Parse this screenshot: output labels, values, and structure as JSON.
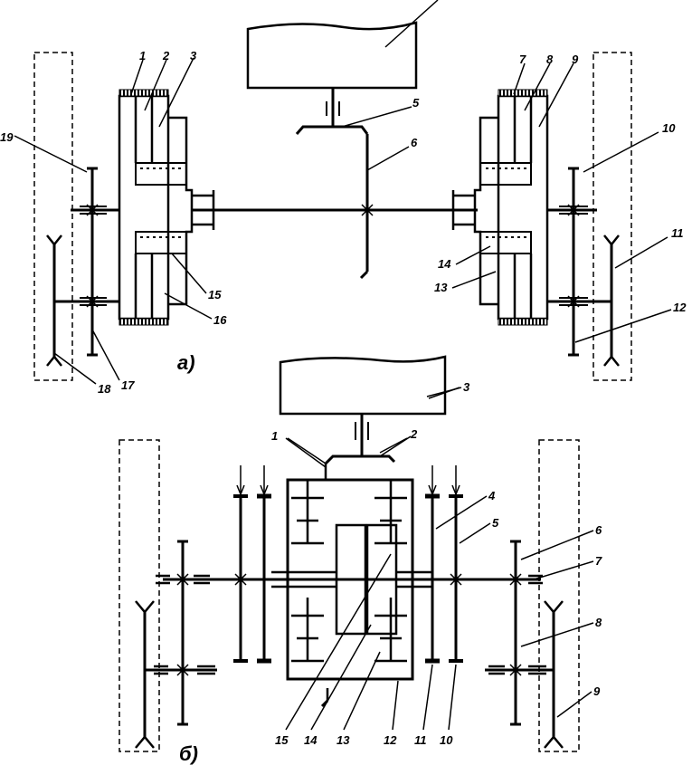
{
  "diagram_a": {
    "caption": "а)",
    "labels": [
      "1",
      "2",
      "3",
      "5",
      "6",
      "7",
      "8",
      "9",
      "10",
      "11",
      "12",
      "13",
      "14",
      "15",
      "16",
      "17",
      "18",
      "19"
    ]
  },
  "diagram_b": {
    "caption": "б)",
    "labels": [
      "1",
      "2",
      "3",
      "4",
      "5",
      "6",
      "7",
      "8",
      "9",
      "10",
      "11",
      "12",
      "13",
      "14",
      "15"
    ]
  },
  "colors": {
    "ink": "#000000",
    "background": "#ffffff"
  }
}
